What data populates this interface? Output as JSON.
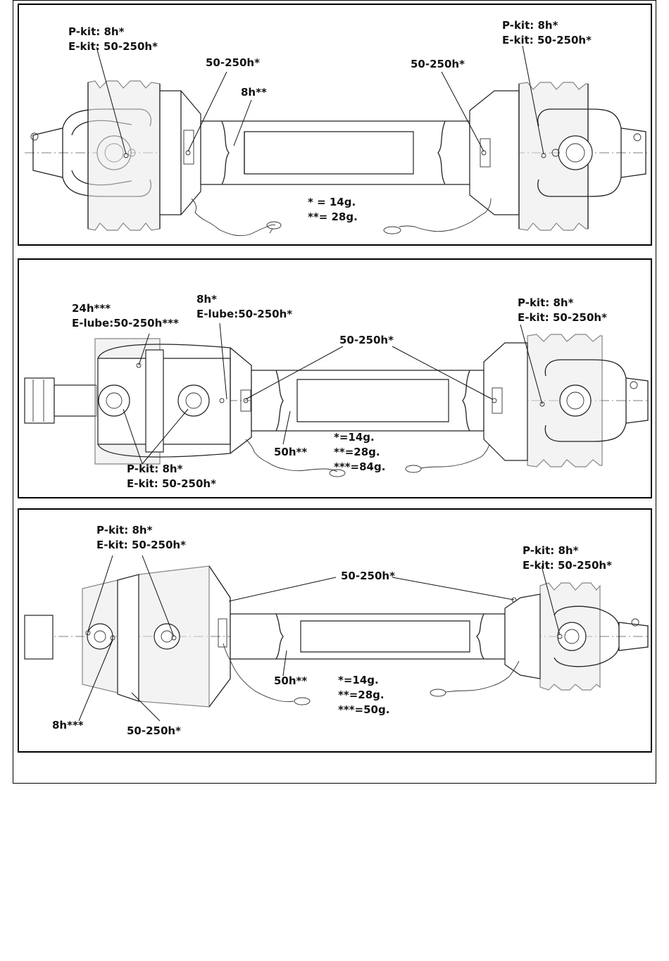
{
  "panels": [
    {
      "labels": {
        "left_kit": "P-kit: 8h*\nE-kit: 50-250h*",
        "left_shield": "50-250h*",
        "tube": "8h**",
        "right_shield": "50-250h*",
        "right_kit": "P-kit: 8h*\nE-kit: 50-250h*",
        "legend": "* = 14g.\n**= 28g."
      }
    },
    {
      "labels": {
        "left_cv": "24h***\nE-lube:50-250h***",
        "center_cv": "8h*\nE-lube:50-250h*",
        "shields": "50-250h*",
        "right_kit": "P-kit: 8h*\nE-kit: 50-250h*",
        "tube": "50h**",
        "legend": "*=14g.\n**=28g.\n***=84g.",
        "bottom_kit": "P-kit: 8h*\nE-kit: 50-250h*"
      }
    },
    {
      "labels": {
        "left_kit": "P-kit: 8h*\nE-kit: 50-250h*",
        "shields": "50-250h*",
        "right_kit": "P-kit: 8h*\nE-kit: 50-250h*",
        "tube": "50h**",
        "legend": "*=14g.\n**=28g.\n***=50g.",
        "center_point": "8h***",
        "bottom_shield": "50-250h*"
      }
    }
  ],
  "icons": [
    "universal-joint-icon",
    "shield-cone-icon",
    "safety-chain-icon",
    "telescopic-tube-icon",
    "grease-nipple-icon"
  ]
}
